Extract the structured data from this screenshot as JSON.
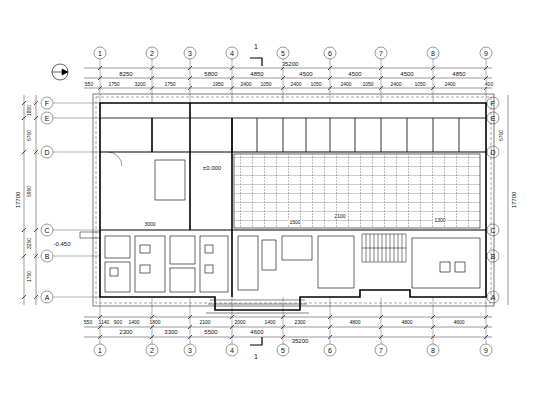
{
  "diagram": {
    "labels": [
      "1",
      "2",
      "3",
      "4",
      "5",
      "6",
      "7",
      "8",
      "9",
      "1",
      "2",
      "3",
      "4",
      "5",
      "6",
      "7",
      "8",
      "9",
      "F",
      "E",
      "D",
      "C",
      "B",
      "A",
      "F",
      "E",
      "D",
      "C",
      "B",
      "A",
      "35200",
      "35200",
      "8250",
      "5800",
      "4850",
      "4500",
      "4500",
      "4500",
      "4850",
      "550",
      "1750",
      "3200",
      "1750",
      "1950",
      "2400",
      "1050",
      "2400",
      "1050",
      "2400",
      "1050",
      "2400",
      "1050",
      "2400",
      "400",
      "550",
      "1140",
      "900",
      "1400",
      "1800",
      "2100",
      "2000",
      "1400",
      "2300",
      "4800",
      "4800",
      "4600",
      "2300",
      "3300",
      "5500",
      "4600",
      "1800",
      "5700",
      "5950",
      "3250",
      "1750",
      "17700",
      "17700",
      "5700",
      "1",
      "1",
      "±0.000",
      "-0.450",
      "1500",
      "3000",
      "2100",
      "1300"
    ]
  }
}
